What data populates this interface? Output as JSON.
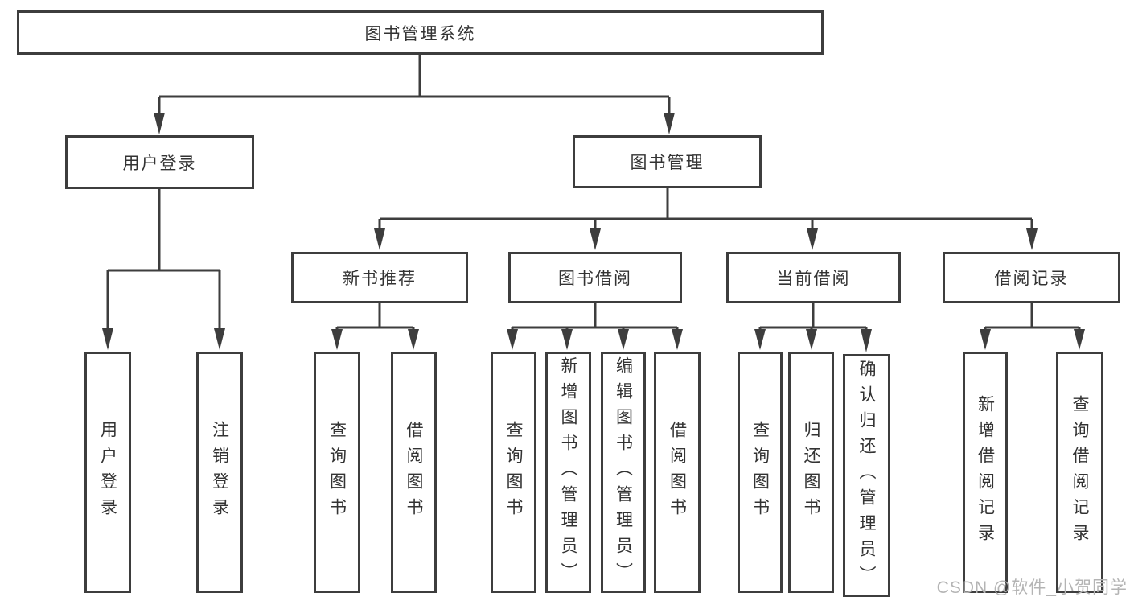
{
  "diagram": {
    "root": {
      "label": "图书管理系统"
    },
    "level2": [
      {
        "label": "用户登录"
      },
      {
        "label": "图书管理"
      }
    ],
    "level3": [
      {
        "label": "新书推荐"
      },
      {
        "label": "图书借阅"
      },
      {
        "label": "当前借阅"
      },
      {
        "label": "借阅记录"
      }
    ],
    "groups": {
      "user_login": [
        {
          "label": "用户登录"
        },
        {
          "label": "注销登录"
        }
      ],
      "new_books": [
        {
          "label": "查询图书"
        },
        {
          "label": "借阅图书"
        }
      ],
      "book_borrow": [
        {
          "label": "查询图书"
        },
        {
          "label": "新增图书（管理员）"
        },
        {
          "label": "编辑图书（管理员）"
        },
        {
          "label": "借阅图书"
        }
      ],
      "current_borrow": [
        {
          "label": "查询图书"
        },
        {
          "label": "归还图书"
        },
        {
          "label": "确认归还（管理员）"
        }
      ],
      "borrow_records": [
        {
          "label": "新增借阅记录"
        },
        {
          "label": "查询借阅记录"
        }
      ]
    }
  },
  "watermark": {
    "text": "CSDN @软件_小贺同学"
  },
  "colors": {
    "line": "#3d3d3d",
    "text": "#333333",
    "watermark": "#b4b4b4",
    "background": "#ffffff"
  }
}
